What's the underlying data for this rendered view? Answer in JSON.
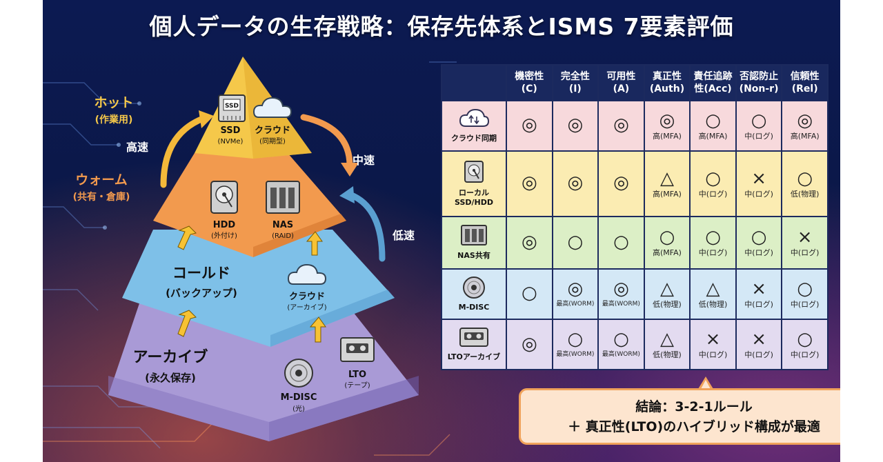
{
  "title": "個人データの生存戦略：保存先体系とISMS 7要素評価",
  "pyramid": {
    "tiers": [
      {
        "name": "ホット",
        "sub": "(作業用)",
        "color": "#f5c84a"
      },
      {
        "name": "ウォーム",
        "sub": "(共有・倉庫)",
        "color": "#f29a4e"
      },
      {
        "name": "コールド",
        "sub": "(バックアップ)",
        "color": "#7ec0e8"
      },
      {
        "name": "アーカイブ",
        "sub": "(永久保存)",
        "color": "#a99ad6"
      }
    ],
    "ssd_badge": "SSD",
    "ssd_label": "SSD",
    "ssd_sub": "(NVMe)",
    "cloud_sync_label": "クラウド",
    "cloud_sync_sub": "(同期型)",
    "hdd_label": "HDD",
    "hdd_sub": "(外付け)",
    "nas_label": "NAS",
    "nas_sub": "(RAID)",
    "cloud_archive_label": "クラウド",
    "cloud_archive_sub": "(アーカイブ)",
    "mdisc_label": "M-DISC",
    "mdisc_sub": "(光)",
    "lto_label": "LTO",
    "lto_sub": "(テープ)",
    "speed_fast": "高速",
    "speed_mid": "中速",
    "speed_slow": "低速"
  },
  "table": {
    "headers": [
      {
        "l1": "機密性",
        "l2": "(C)"
      },
      {
        "l1": "完全性",
        "l2": "(I)"
      },
      {
        "l1": "可用性",
        "l2": "(A)"
      },
      {
        "l1": "真正性",
        "l2": "(Auth)"
      },
      {
        "l1": "責任追跡",
        "l2": "性(Acc)"
      },
      {
        "l1": "否認防止",
        "l2": "(Non-r)"
      },
      {
        "l1": "信頼性",
        "l2": "(Rel)"
      }
    ],
    "rows": [
      {
        "label": "クラウド同期",
        "label2": "",
        "icon": "cloud-sync-icon",
        "cells": [
          [
            "◎",
            ""
          ],
          [
            "◎",
            ""
          ],
          [
            "◎",
            ""
          ],
          [
            "◎",
            "高(MFA)"
          ],
          [
            "○",
            "高(MFA)"
          ],
          [
            "○",
            "中(ログ)"
          ],
          [
            "◎",
            "高(MFA)"
          ]
        ]
      },
      {
        "label": "ローカル",
        "label2": "SSD/HDD",
        "icon": "hdd-icon",
        "cells": [
          [
            "◎",
            ""
          ],
          [
            "◎",
            ""
          ],
          [
            "◎",
            ""
          ],
          [
            "△",
            "高(MFA)"
          ],
          [
            "○",
            "中(ログ)"
          ],
          [
            "×",
            "中(ログ)"
          ],
          [
            "○",
            "低(物理)"
          ]
        ]
      },
      {
        "label": "NAS共有",
        "label2": "",
        "icon": "nas-icon",
        "cells": [
          [
            "◎",
            ""
          ],
          [
            "○",
            ""
          ],
          [
            "○",
            ""
          ],
          [
            "○",
            "高(MFA)"
          ],
          [
            "○",
            "中(ログ)"
          ],
          [
            "○",
            "中(ログ)"
          ],
          [
            "×",
            "中(ログ)"
          ]
        ]
      },
      {
        "label": "M-DISC",
        "label2": "",
        "icon": "disc-icon",
        "cells": [
          [
            "○",
            ""
          ],
          [
            "◎",
            "最高(WORM)"
          ],
          [
            "◎",
            "最高(WORM)"
          ],
          [
            "△",
            "低(物理)"
          ],
          [
            "△",
            "低(物理)"
          ],
          [
            "×",
            "中(ログ)"
          ],
          [
            "○",
            "中(ログ)"
          ]
        ]
      },
      {
        "label": "LTOアーカイブ",
        "label2": "",
        "icon": "tape-icon",
        "cells": [
          [
            "◎",
            ""
          ],
          [
            "○",
            "最高(WORM)"
          ],
          [
            "○",
            "最高(WORM)"
          ],
          [
            "△",
            "低(物理)"
          ],
          [
            "×",
            "中(ログ)"
          ],
          [
            "×",
            "中(ログ)"
          ],
          [
            "○",
            "中(ログ)"
          ]
        ]
      }
    ]
  },
  "conclusion": {
    "line1": "結論：3-2-1ルール",
    "line2": "＋ 真正性(LTO)のハイブリッド構成が最適"
  }
}
